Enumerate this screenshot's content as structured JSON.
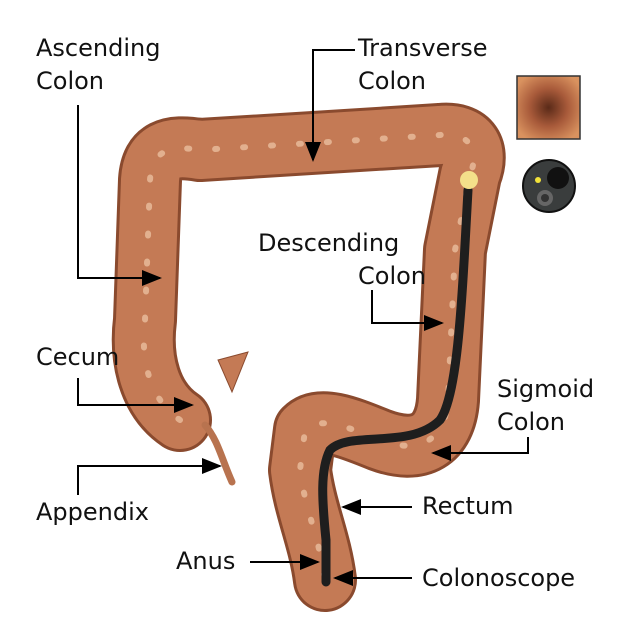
{
  "labels": {
    "ascending": [
      "Ascending",
      "Colon"
    ],
    "transverse": [
      "Transverse",
      "Colon"
    ],
    "descending": [
      "Descending",
      "Colon"
    ],
    "cecum": "Cecum",
    "sigmoid": [
      "Sigmoid",
      "Colon"
    ],
    "appendix": "Appendix",
    "rectum": "Rectum",
    "anus": "Anus",
    "colonoscope": "Colonoscope"
  },
  "colors": {
    "colon": "#c47a55",
    "colon_dark": "#8a4a2e",
    "scope": "#2a2a2a",
    "text": "#111111"
  },
  "insets": [
    "endoscopic-view-image",
    "scope-tip-icon"
  ]
}
